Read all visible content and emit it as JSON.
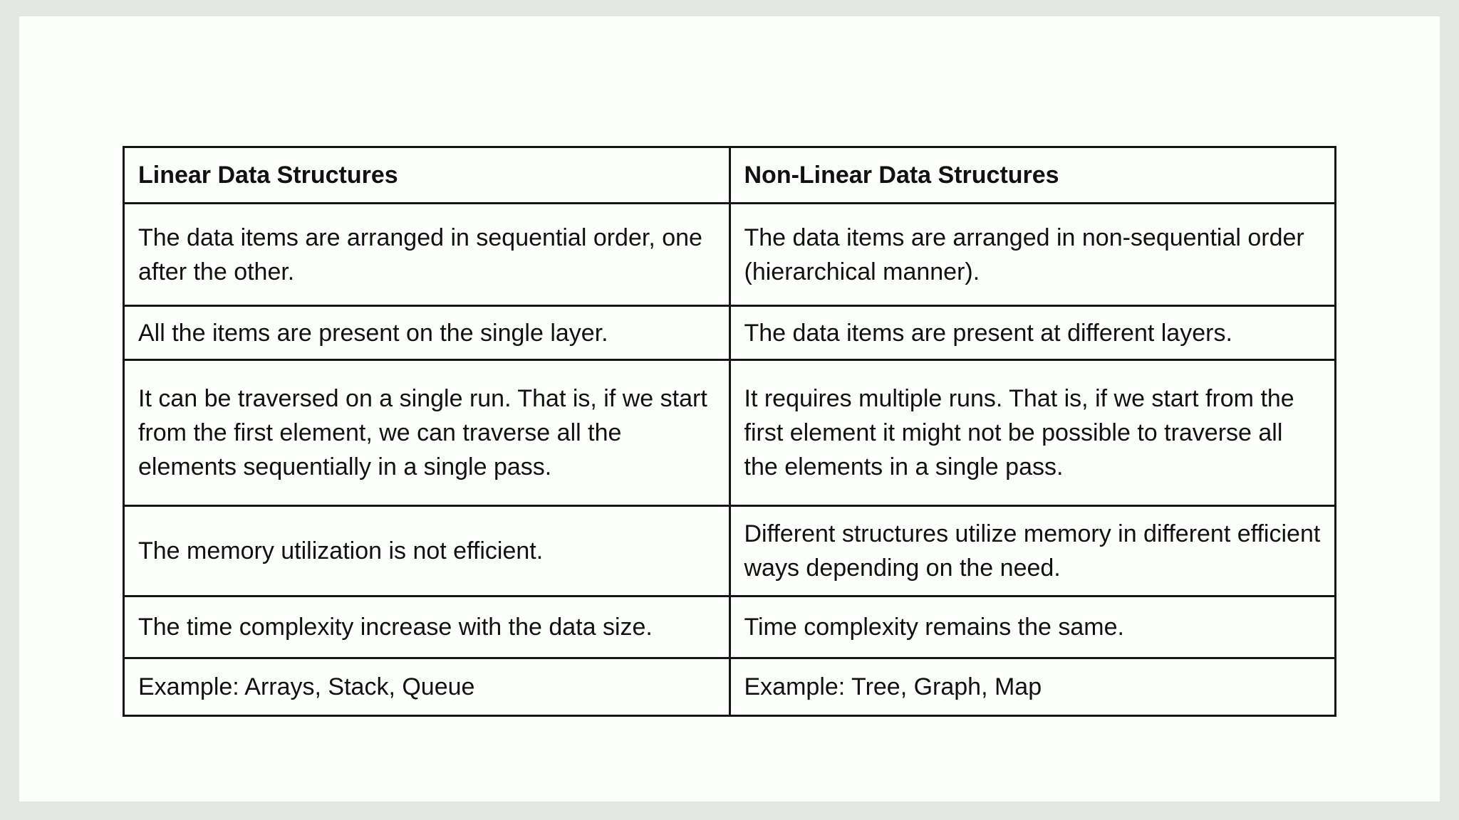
{
  "colors": {
    "page_background": "#e5e7e4",
    "card_background": "#fdfffc",
    "table_border": "#161616",
    "text": "#111111"
  },
  "document": {
    "table": {
      "columns": [
        {
          "header": "Linear Data Structures"
        },
        {
          "header": "Non-Linear Data Structures"
        }
      ],
      "rows": [
        {
          "linear": "The data items are arranged in sequential order, one after the other.",
          "non_linear": "The data items are arranged in non-sequential order (hierarchical manner)."
        },
        {
          "linear": "All the items are present on the single layer.",
          "non_linear": "The data items are present at different layers."
        },
        {
          "linear": "It can be traversed on a single run. That is, if we start from the first element, we can traverse all the elements sequentially in a single pass.",
          "non_linear": "It requires multiple runs. That is, if we start from the first element it might not be possible to traverse all the elements in a single pass."
        },
        {
          "linear": "The memory utilization is not efficient.",
          "non_linear": "Different structures utilize memory in different efficient ways depending on the need."
        },
        {
          "linear": "The time complexity increase with the data size.",
          "non_linear": "Time complexity remains the same."
        },
        {
          "linear": "Example: Arrays, Stack, Queue",
          "non_linear": "Example: Tree, Graph, Map"
        }
      ]
    }
  }
}
